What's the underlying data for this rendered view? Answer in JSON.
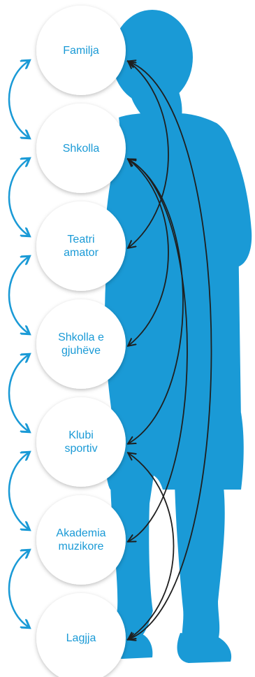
{
  "colors": {
    "silhouette": "#1a9ad6",
    "circle_fill": "#ffffff",
    "label_text": "#1a9ad6",
    "left_arrow": "#1a9ad6",
    "connector_arrow": "#1f1f1f"
  },
  "nodes": [
    {
      "id": "familja",
      "label": "Familja"
    },
    {
      "id": "shkolla",
      "label": "Shkolla"
    },
    {
      "id": "teatri",
      "label": "Teatri\namator"
    },
    {
      "id": "gjuhe",
      "label": "Shkolla e\ngjuhëve"
    },
    {
      "id": "klubi",
      "label": "Klubi\nsportiv"
    },
    {
      "id": "akademia",
      "label": "Akademia\nmuzikore"
    },
    {
      "id": "lagjja",
      "label": "Lagjja"
    }
  ],
  "adjacent_links": [
    [
      "familja",
      "shkolla"
    ],
    [
      "shkolla",
      "teatri"
    ],
    [
      "teatri",
      "gjuhe"
    ],
    [
      "gjuhe",
      "klubi"
    ],
    [
      "klubi",
      "akademia"
    ],
    [
      "akademia",
      "lagjja"
    ]
  ],
  "connections": [
    [
      "familja",
      "teatri"
    ],
    [
      "familja",
      "lagjja"
    ],
    [
      "shkolla",
      "gjuhe"
    ],
    [
      "shkolla",
      "klubi"
    ],
    [
      "shkolla",
      "akademia"
    ],
    [
      "klubi",
      "lagjja"
    ]
  ]
}
